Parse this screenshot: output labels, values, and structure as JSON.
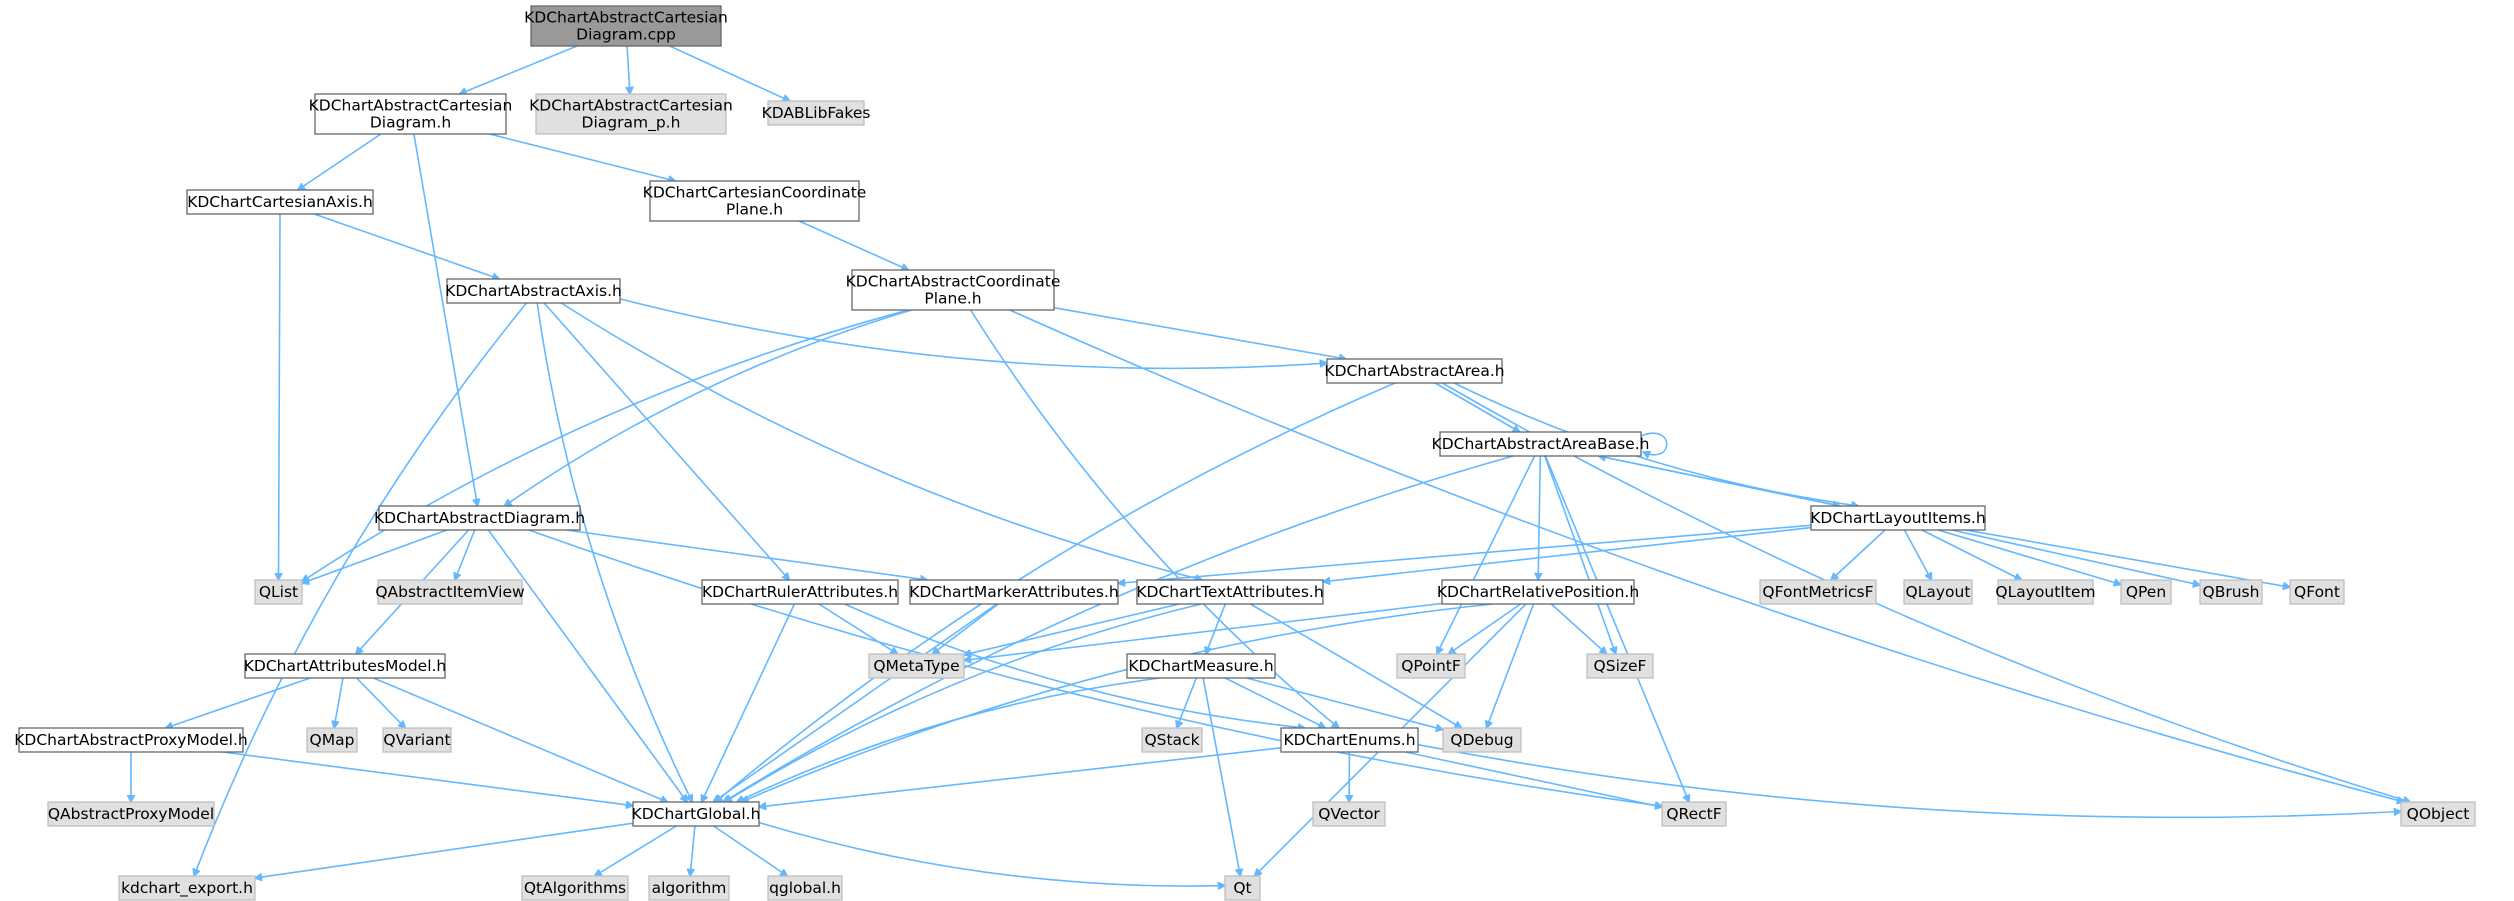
{
  "colors": {
    "root_fill": "#999999",
    "file_fill": "#ffffff",
    "external_fill": "#e0e0e0",
    "border": "#666666",
    "root_border": "#666666",
    "edge": "#63b8ff"
  },
  "nodes": [
    {
      "id": "root",
      "lines": [
        "KDChartAbstractCartesian",
        "Diagram.cpp"
      ],
      "kind": "root"
    },
    {
      "id": "acd_h",
      "lines": [
        "KDChartAbstractCartesian",
        "Diagram.h"
      ],
      "kind": "file"
    },
    {
      "id": "acd_p_h",
      "lines": [
        "KDChartAbstractCartesian",
        "Diagram_p.h"
      ],
      "kind": "external"
    },
    {
      "id": "kdab",
      "lines": [
        "KDABLibFakes"
      ],
      "kind": "external"
    },
    {
      "id": "cart_axis",
      "lines": [
        "KDChartCartesianAxis.h"
      ],
      "kind": "file"
    },
    {
      "id": "ccp",
      "lines": [
        "KDChartCartesianCoordinate",
        "Plane.h"
      ],
      "kind": "file"
    },
    {
      "id": "abs_axis",
      "lines": [
        "KDChartAbstractAxis.h"
      ],
      "kind": "file"
    },
    {
      "id": "acp",
      "lines": [
        "KDChartAbstractCoordinate",
        "Plane.h"
      ],
      "kind": "file"
    },
    {
      "id": "abs_area",
      "lines": [
        "KDChartAbstractArea.h"
      ],
      "kind": "file"
    },
    {
      "id": "area_base",
      "lines": [
        "KDChartAbstractAreaBase.h"
      ],
      "kind": "file"
    },
    {
      "id": "abs_diag",
      "lines": [
        "KDChartAbstractDiagram.h"
      ],
      "kind": "file"
    },
    {
      "id": "layout_items",
      "lines": [
        "KDChartLayoutItems.h"
      ],
      "kind": "file"
    },
    {
      "id": "qlist",
      "lines": [
        "QList"
      ],
      "kind": "external"
    },
    {
      "id": "qaiv",
      "lines": [
        "QAbstractItemView"
      ],
      "kind": "external"
    },
    {
      "id": "ruler",
      "lines": [
        "KDChartRulerAttributes.h"
      ],
      "kind": "file"
    },
    {
      "id": "marker",
      "lines": [
        "KDChartMarkerAttributes.h"
      ],
      "kind": "file"
    },
    {
      "id": "textattr",
      "lines": [
        "KDChartTextAttributes.h"
      ],
      "kind": "file"
    },
    {
      "id": "relpos",
      "lines": [
        "KDChartRelativePosition.h"
      ],
      "kind": "file"
    },
    {
      "id": "qfm",
      "lines": [
        "QFontMetricsF"
      ],
      "kind": "external"
    },
    {
      "id": "qlayout",
      "lines": [
        "QLayout"
      ],
      "kind": "external"
    },
    {
      "id": "qlayoutitem",
      "lines": [
        "QLayoutItem"
      ],
      "kind": "external"
    },
    {
      "id": "qpen",
      "lines": [
        "QPen"
      ],
      "kind": "external"
    },
    {
      "id": "qbrush",
      "lines": [
        "QBrush"
      ],
      "kind": "external"
    },
    {
      "id": "qfont",
      "lines": [
        "QFont"
      ],
      "kind": "external"
    },
    {
      "id": "qmeta",
      "lines": [
        "QMetaType"
      ],
      "kind": "external"
    },
    {
      "id": "qpointf",
      "lines": [
        "QPointF"
      ],
      "kind": "external"
    },
    {
      "id": "qsizef",
      "lines": [
        "QSizeF"
      ],
      "kind": "external"
    },
    {
      "id": "attrmodel",
      "lines": [
        "KDChartAttributesModel.h"
      ],
      "kind": "file"
    },
    {
      "id": "measure",
      "lines": [
        "KDChartMeasure.h"
      ],
      "kind": "file"
    },
    {
      "id": "proxy",
      "lines": [
        "KDChartAbstractProxyModel.h"
      ],
      "kind": "file"
    },
    {
      "id": "qmap",
      "lines": [
        "QMap"
      ],
      "kind": "external"
    },
    {
      "id": "qvariant",
      "lines": [
        "QVariant"
      ],
      "kind": "external"
    },
    {
      "id": "qstack",
      "lines": [
        "QStack"
      ],
      "kind": "external"
    },
    {
      "id": "enums",
      "lines": [
        "KDChartEnums.h"
      ],
      "kind": "file"
    },
    {
      "id": "qdebug",
      "lines": [
        "QDebug"
      ],
      "kind": "external"
    },
    {
      "id": "qapm",
      "lines": [
        "QAbstractProxyModel"
      ],
      "kind": "external"
    },
    {
      "id": "global",
      "lines": [
        "KDChartGlobal.h"
      ],
      "kind": "file"
    },
    {
      "id": "qvector",
      "lines": [
        "QVector"
      ],
      "kind": "external"
    },
    {
      "id": "qrectf",
      "lines": [
        "QRectF"
      ],
      "kind": "external"
    },
    {
      "id": "qobject",
      "lines": [
        "QObject"
      ],
      "kind": "external"
    },
    {
      "id": "export",
      "lines": [
        "kdchart_export.h"
      ],
      "kind": "external"
    },
    {
      "id": "qtalg",
      "lines": [
        "QtAlgorithms"
      ],
      "kind": "external"
    },
    {
      "id": "algorithm",
      "lines": [
        "algorithm"
      ],
      "kind": "external"
    },
    {
      "id": "qglobal",
      "lines": [
        "qglobal.h"
      ],
      "kind": "external"
    },
    {
      "id": "qt",
      "lines": [
        "Qt"
      ],
      "kind": "external"
    }
  ],
  "edges": [
    [
      "root",
      "acd_h"
    ],
    [
      "root",
      "acd_p_h"
    ],
    [
      "root",
      "kdab"
    ],
    [
      "acd_h",
      "cart_axis"
    ],
    [
      "acd_h",
      "ccp"
    ],
    [
      "acd_h",
      "abs_diag"
    ],
    [
      "cart_axis",
      "abs_axis"
    ],
    [
      "cart_axis",
      "qlist"
    ],
    [
      "ccp",
      "acp"
    ],
    [
      "abs_axis",
      "abs_area"
    ],
    [
      "abs_axis",
      "ruler"
    ],
    [
      "abs_axis",
      "textattr"
    ],
    [
      "abs_axis",
      "global"
    ],
    [
      "abs_axis",
      "export"
    ],
    [
      "acp",
      "abs_area"
    ],
    [
      "acp",
      "abs_diag"
    ],
    [
      "acp",
      "enums"
    ],
    [
      "acp",
      "qlist"
    ],
    [
      "acp",
      "qobject"
    ],
    [
      "abs_area",
      "area_base"
    ],
    [
      "abs_area",
      "layout_items"
    ],
    [
      "abs_area",
      "global"
    ],
    [
      "abs_area",
      "qobject"
    ],
    [
      "area_base",
      "area_base"
    ],
    [
      "area_base",
      "layout_items"
    ],
    [
      "area_base",
      "relpos"
    ],
    [
      "area_base",
      "global"
    ],
    [
      "area_base",
      "qpointf"
    ],
    [
      "area_base",
      "qsizef"
    ],
    [
      "area_base",
      "qrectf"
    ],
    [
      "abs_diag",
      "qlist"
    ],
    [
      "abs_diag",
      "qaiv"
    ],
    [
      "abs_diag",
      "attrmodel"
    ],
    [
      "abs_diag",
      "marker"
    ],
    [
      "abs_diag",
      "global"
    ],
    [
      "abs_diag",
      "qrectf"
    ],
    [
      "layout_items",
      "area_base"
    ],
    [
      "layout_items",
      "marker"
    ],
    [
      "layout_items",
      "textattr"
    ],
    [
      "layout_items",
      "qfm"
    ],
    [
      "layout_items",
      "qlayout"
    ],
    [
      "layout_items",
      "qlayoutitem"
    ],
    [
      "layout_items",
      "qpen"
    ],
    [
      "layout_items",
      "qbrush"
    ],
    [
      "layout_items",
      "qfont"
    ],
    [
      "ruler",
      "qmeta"
    ],
    [
      "ruler",
      "global"
    ],
    [
      "ruler",
      "enums"
    ],
    [
      "marker",
      "qmeta"
    ],
    [
      "marker",
      "global"
    ],
    [
      "textattr",
      "qmeta"
    ],
    [
      "textattr",
      "measure"
    ],
    [
      "textattr",
      "global"
    ],
    [
      "textattr",
      "qdebug"
    ],
    [
      "relpos",
      "qmeta"
    ],
    [
      "relpos",
      "qpointf"
    ],
    [
      "relpos",
      "qsizef"
    ],
    [
      "relpos",
      "qdebug"
    ],
    [
      "relpos",
      "global"
    ],
    [
      "relpos",
      "qt"
    ],
    [
      "attrmodel",
      "proxy"
    ],
    [
      "attrmodel",
      "qmap"
    ],
    [
      "attrmodel",
      "qvariant"
    ],
    [
      "attrmodel",
      "global"
    ],
    [
      "measure",
      "qstack"
    ],
    [
      "measure",
      "enums"
    ],
    [
      "measure",
      "qdebug"
    ],
    [
      "measure",
      "global"
    ],
    [
      "measure",
      "qt"
    ],
    [
      "proxy",
      "qapm"
    ],
    [
      "proxy",
      "global"
    ],
    [
      "enums",
      "global"
    ],
    [
      "enums",
      "qvector"
    ],
    [
      "enums",
      "qrectf"
    ],
    [
      "enums",
      "qobject"
    ],
    [
      "global",
      "export"
    ],
    [
      "global",
      "qtalg"
    ],
    [
      "global",
      "algorithm"
    ],
    [
      "global",
      "qglobal"
    ],
    [
      "global",
      "qt"
    ]
  ]
}
